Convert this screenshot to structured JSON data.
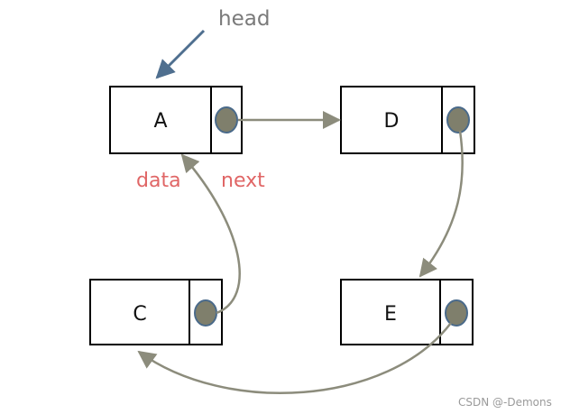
{
  "head_label": "head",
  "field_labels": {
    "data": "data",
    "next": "next"
  },
  "nodes": [
    {
      "id": "A",
      "label": "A"
    },
    {
      "id": "D",
      "label": "D"
    },
    {
      "id": "C",
      "label": "C"
    },
    {
      "id": "E",
      "label": "E"
    }
  ],
  "links": [
    {
      "from": "A",
      "to": "D"
    },
    {
      "from": "D",
      "to": "E"
    },
    {
      "from": "E",
      "to": "C"
    },
    {
      "from": "C",
      "to": "A"
    }
  ],
  "watermark": "CSDN @-Demons",
  "colors": {
    "pointer_dot": "#7f7f6c",
    "pointer_dot_border": "#4a6a8a",
    "link_arrow": "#8c8c7c",
    "head_arrow": "#4f6f8f",
    "field_label": "#e06666",
    "head_label": "#7a7a7a"
  }
}
